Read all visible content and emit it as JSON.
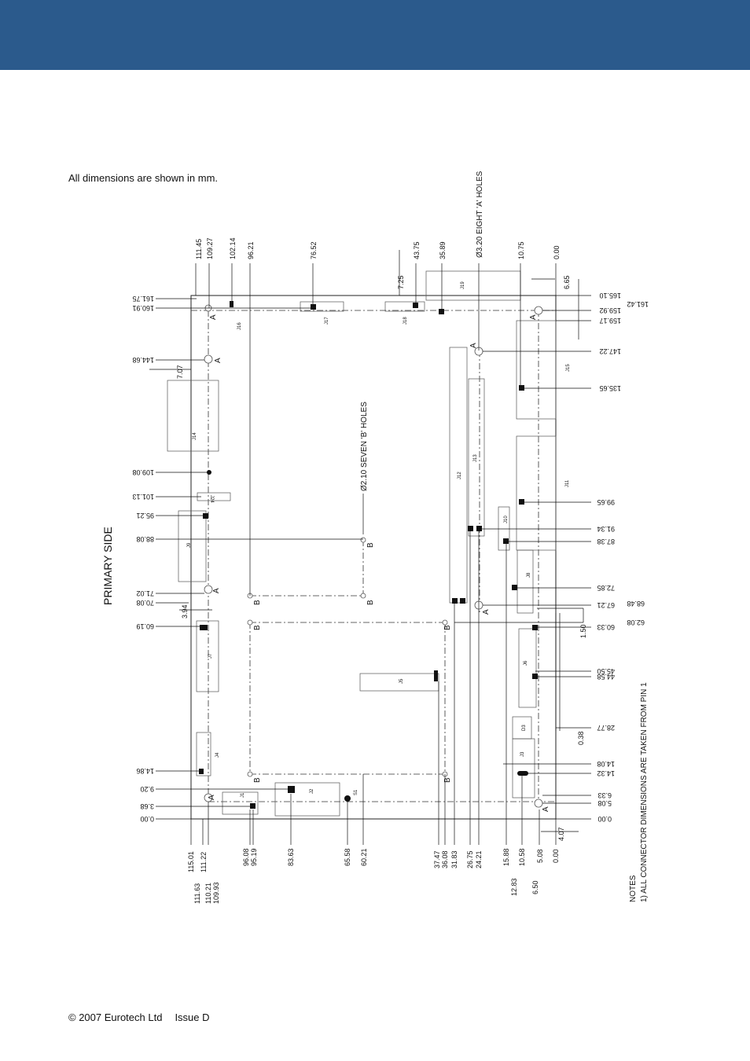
{
  "header": {
    "color": "#2b5a8c"
  },
  "note": "All dimensions are shown in mm.",
  "footer": {
    "copyright": "© 2007 Eurotech Ltd",
    "issue": "Issue D"
  },
  "drawing": {
    "side_label": "PRIMARY SIDE",
    "hole_a_label": "Ø3.20 EIGHT 'A' HOLES",
    "hole_b_label": "Ø2.10 SEVEN 'B' HOLES",
    "notes_title": "NOTES",
    "notes_line1": "1) ALL CONNECTOR DIMENSIONS ARE TAKEN FROM PIN 1",
    "letter_a": "A",
    "letter_b": "B",
    "connectors": {
      "j1": "J1",
      "j2": "J2",
      "j3": "J3",
      "j4": "J4",
      "j5": "J5",
      "j6": "J6",
      "j7": "J7",
      "j8": "J8",
      "j9": "J9",
      "j10": "J10",
      "j11": "J11",
      "j12": "J12",
      "j13": "J13",
      "j14": "J14",
      "j15": "J15",
      "j16": "J16",
      "j17": "J17",
      "j18": "J18",
      "j19": "J19",
      "j24": "J24",
      "d3": "D3",
      "s1": "S1"
    },
    "top_dims": [
      "111.45",
      "109.27",
      "102.14",
      "96.21",
      "76.52",
      "43.75",
      "35.89",
      "10.75",
      "0.00"
    ],
    "top_extra": {
      "d725": "7.25",
      "d665": "6.65"
    },
    "left_dims": [
      "161.75",
      "160.91",
      "144.68",
      "109.08",
      "101.13",
      "95.21",
      "88.08",
      "71.02",
      "70.08",
      "60.19",
      "14.86",
      "9.20",
      "3.68",
      "0.00"
    ],
    "left_extra": {
      "d707": "7.07",
      "d394": "3.94"
    },
    "right_dims": [
      "165.10",
      "159.92",
      "159.17",
      "147.22",
      "135.65",
      "99.65",
      "91.34",
      "87.38",
      "72.85",
      "67.21",
      "60.33",
      "45.50",
      "44.58",
      "28.77",
      "14.08",
      "14.32",
      "6.33",
      "5.08",
      "0.00"
    ],
    "right_extra": {
      "d16142": "161.42",
      "d6848": "68.48",
      "d6208": "62.08",
      "d150": "1.50",
      "d038": "0.38"
    },
    "bottom_dims": [
      "115.01",
      "111.22",
      "111.63",
      "110.21",
      "109.93",
      "96.08",
      "95.19",
      "83.63",
      "65.58",
      "60.21",
      "37.47",
      "36.08",
      "31.83",
      "26.75",
      "24.21",
      "15.88",
      "12.83",
      "10.58",
      "6.50",
      "5.08",
      "0.00",
      "4.07"
    ]
  }
}
